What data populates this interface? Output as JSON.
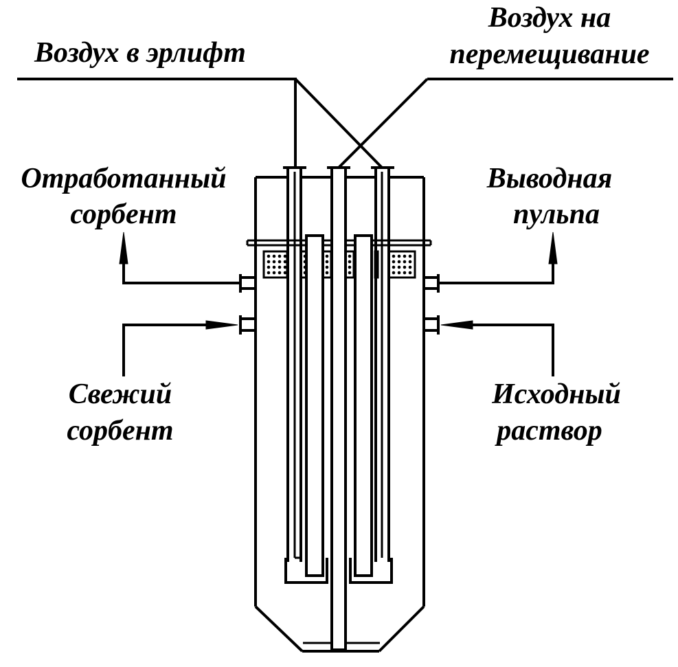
{
  "labels": {
    "air_airlift": "Воздух в эрлифт",
    "air_mixing_1": "Воздух на",
    "air_mixing_2": "перемещивание",
    "spent_sorbent_1": "Отработанный",
    "spent_sorbent_2": "сорбент",
    "output_pulp_1": "Выводная",
    "output_pulp_2": "пульпа",
    "fresh_sorbent_1": "Свежий",
    "fresh_sorbent_2": "сорбент",
    "initial_solution_1": "Исходный",
    "initial_solution_2": "раствор"
  },
  "colors": {
    "line": "#000000",
    "background": "#ffffff"
  }
}
